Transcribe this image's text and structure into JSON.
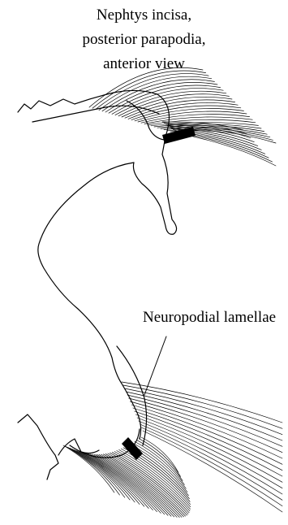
{
  "diagram": {
    "title_lines": [
      "Nephtys incisa,",
      "posterior parapodia,",
      "anterior view"
    ],
    "annotations": {
      "neuropodial_lamellae": "Neuropodial lamellae"
    }
  }
}
